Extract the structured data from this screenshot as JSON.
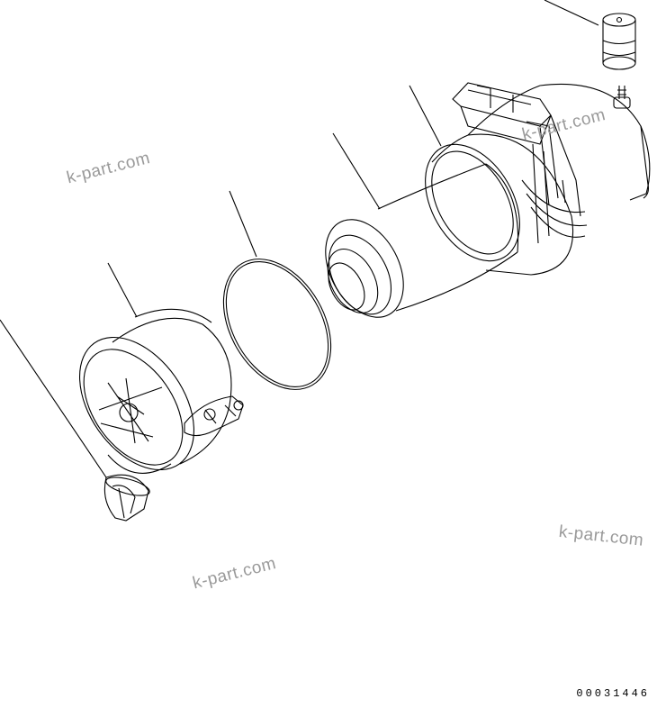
{
  "diagram": {
    "watermark_text": "k-part.com",
    "reference_number": "00031446",
    "line_color": "#000000",
    "watermark_color": "#9a9a9a",
    "parts": [
      {
        "id": "evacuator-valve"
      },
      {
        "id": "air-cleaner-cover"
      },
      {
        "id": "o-ring"
      },
      {
        "id": "filter-element"
      },
      {
        "id": "air-cleaner-body"
      },
      {
        "id": "dust-indicator"
      }
    ]
  }
}
